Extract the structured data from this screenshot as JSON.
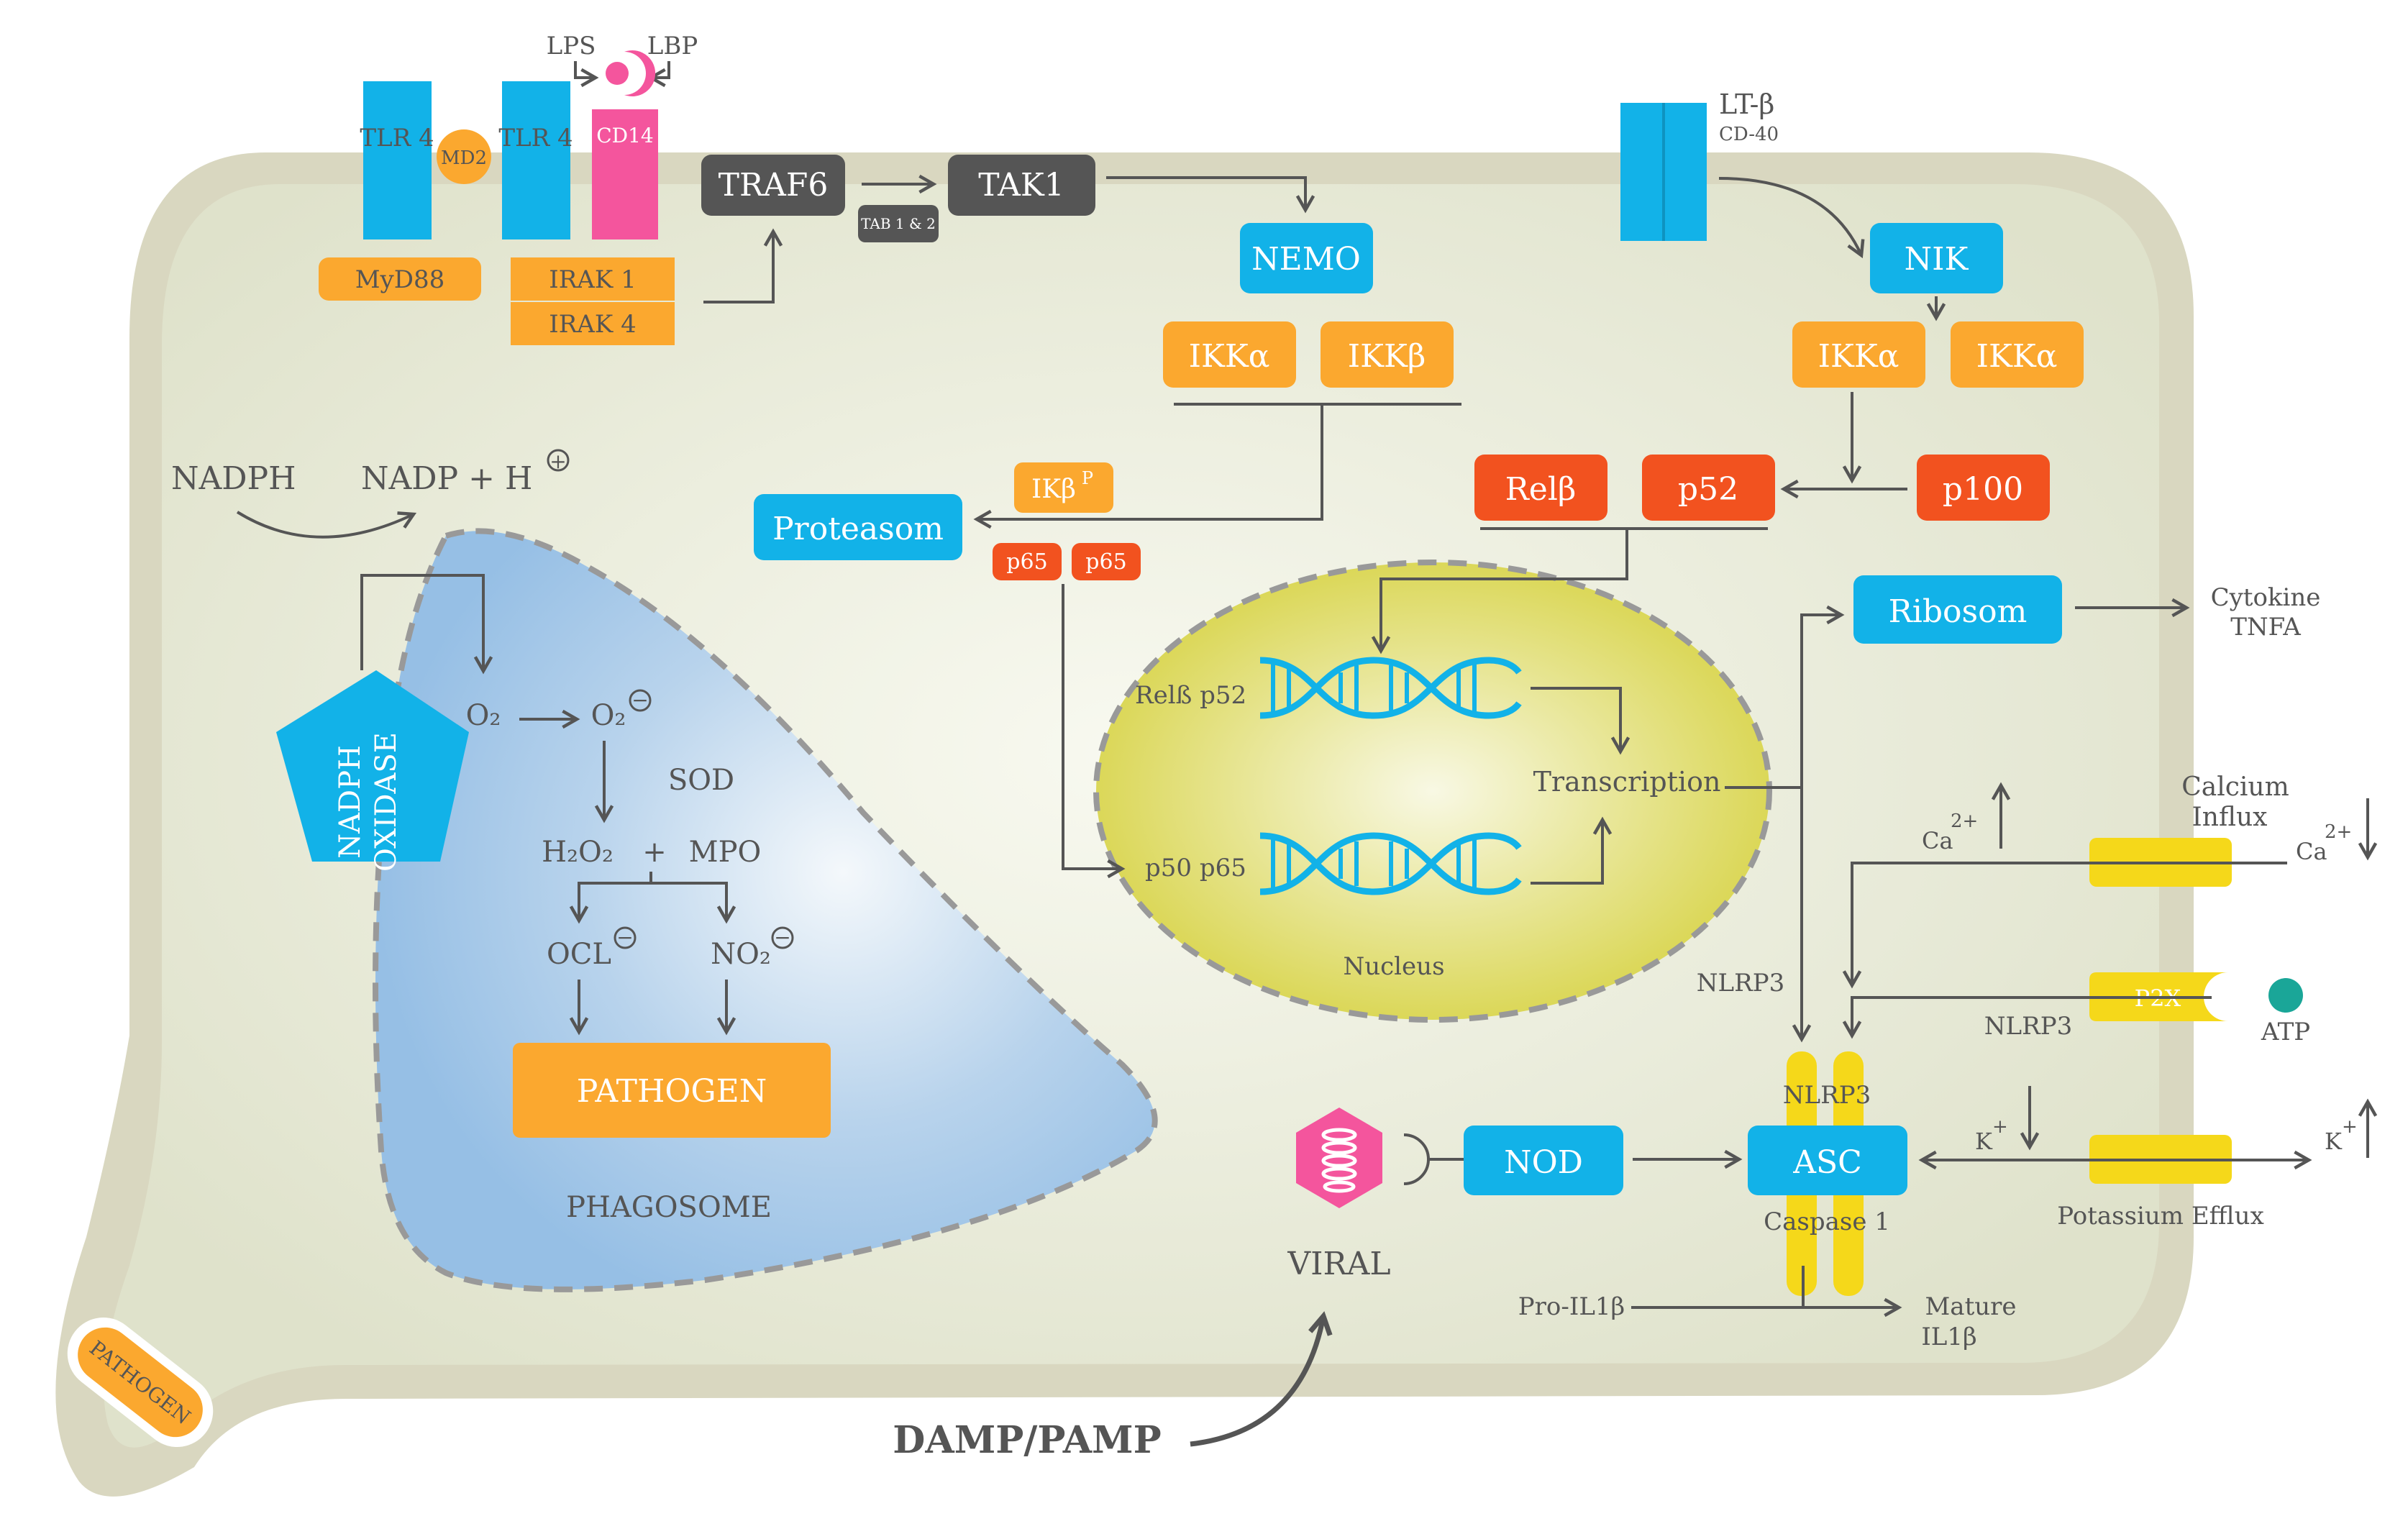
{
  "colors": {
    "cell_border": "#d9d7c0",
    "cytoplasm": "#e4e6d2",
    "receptor_blue": "#12b2e8",
    "orange": "#fba82f",
    "red_orange": "#f2521f",
    "dark_gray": "#555555",
    "pink": "#f4559d",
    "yellow": "#f5d81a",
    "teal": "#1aa698",
    "phagosome_blue": "#9ec4e6",
    "nucleus_yellow": "#ddd952"
  },
  "membrane": {
    "tlr4_left": "TLR 4",
    "md2": "MD2",
    "tlr4_right": "TLR 4",
    "cd14": "CD14",
    "lps": "LPS",
    "lbp": "LBP",
    "myd88": "MyD88",
    "irak1": "IRAK 1",
    "irak4": "IRAK 4",
    "traf6": "TRAF6",
    "tak1": "TAK1",
    "tab12": "TAB 1 & 2",
    "lt_beta": "LT-β",
    "cd40": "CD-40"
  },
  "nfkb_canonical": {
    "nemo": "NEMO",
    "ikk_alpha": "IKKα",
    "ikk_beta": "IKKβ",
    "ikb": "IKβ",
    "ikb_sup": "P",
    "proteasom": "Proteasom",
    "p65_a": "p65",
    "p65_b": "p65"
  },
  "nfkb_noncanonical": {
    "nik": "NIK",
    "ikk_alpha_1": "IKKα",
    "ikk_alpha_2": "IKKα",
    "relb": "Relβ",
    "p52": "p52",
    "p100": "p100"
  },
  "nadph": {
    "nadph": "NADPH",
    "nadp_h": "NADP + H",
    "plus_charge": "+",
    "oxidase_line1": "NADPH",
    "oxidase_line2": "OXIDASE"
  },
  "phagosome": {
    "o2": "O₂",
    "o2_radical": "O₂",
    "sod": "SOD",
    "h2o2": "H₂O₂",
    "plus": "+",
    "mpo": "MPO",
    "ocl": "OCL",
    "no2": "NO₂",
    "neg": "−",
    "pathogen": "PATHOGEN",
    "label": "PHAGOSOME"
  },
  "nucleus": {
    "relb_p52": "Relß p52",
    "p50_p65": "p50 p65",
    "transcription": "Transcription",
    "label": "Nucleus"
  },
  "right_side": {
    "ribosom": "Ribosom",
    "cytokine": "Cytokine",
    "tnfa": "TNFA",
    "calcium": "Calcium",
    "influx": "Influx",
    "ca_in": "Ca",
    "ca_out": "Ca",
    "ca_sup": "2+",
    "nlrp3_a": "NLRP3",
    "nlrp3_b": "NLRP3",
    "nlrp3_c": "NLRP3",
    "p2x": "P2X",
    "atp": "ATP",
    "k_in": "K",
    "k_out": "K",
    "k_sup": "+",
    "potassium": "Potassium Efflux",
    "asc": "ASC",
    "caspase": "Caspase 1",
    "pro_il": "Pro-IL1β",
    "mature": "Mature",
    "il1b": "IL1β"
  },
  "viral": {
    "nod": "NOD",
    "viral": "VIRAL",
    "damp": "DAMP/PAMP",
    "outside_pathogen": "PATHOGEN"
  }
}
